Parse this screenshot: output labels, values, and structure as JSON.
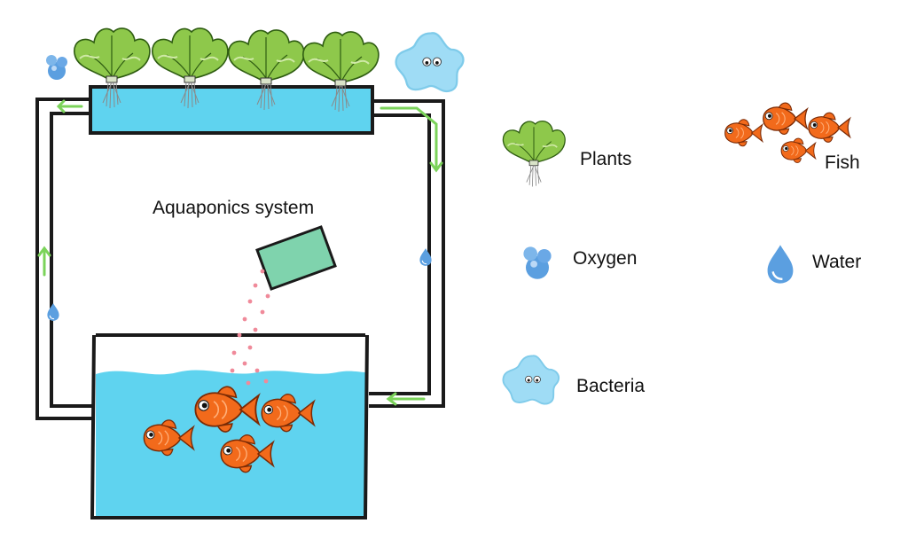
{
  "diagram": {
    "title": "Aquaponics system",
    "legend": {
      "plants": "Plants",
      "fish": "Fish",
      "oxygen": "Oxygen",
      "water": "Water",
      "bacteria": "Bacteria"
    }
  },
  "colors": {
    "water": "#5fd3ef",
    "fish": "#f26a1b",
    "plant": "#8ec84b",
    "pipe_outline": "#1a1a1a",
    "flow_arrow": "#7bd35a",
    "feed_pellets": "#f08a9a",
    "feed_box": "#7fd3ad",
    "bacteria": "#9fdcf5",
    "oxygen": "#5b9fe0"
  }
}
